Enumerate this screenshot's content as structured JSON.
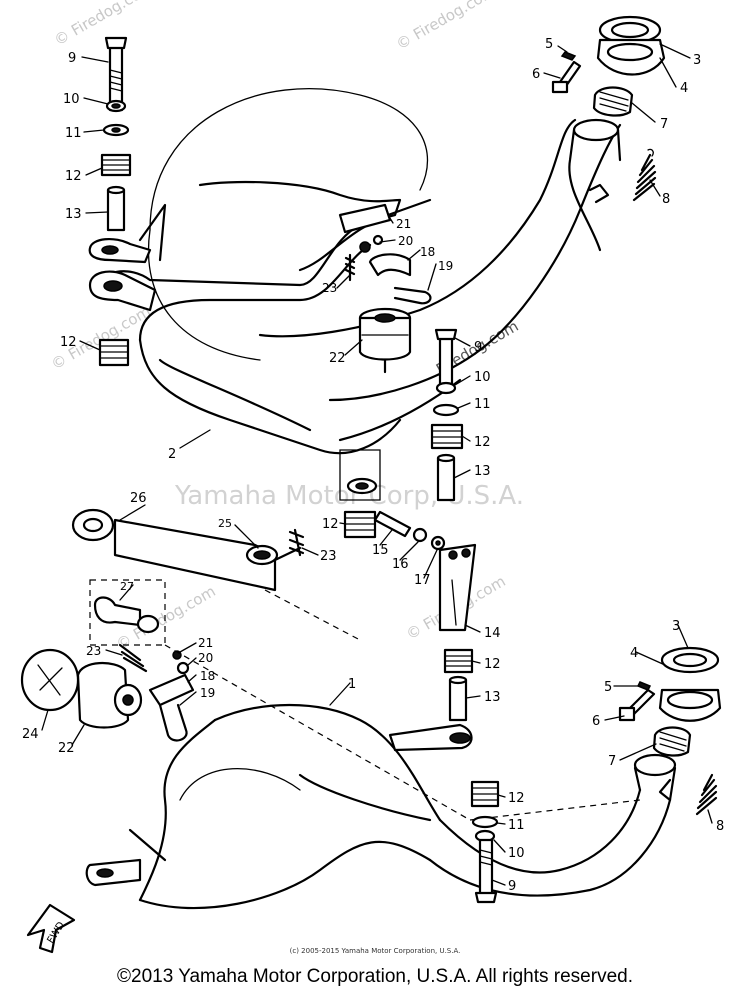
{
  "watermark": {
    "brand": "© Firedog.com",
    "brand_plain": "Firedog.com",
    "center_text": "Yamaha Motor Corp, U.S.A."
  },
  "callouts": {
    "upper": [
      {
        "id": "u9",
        "text": "9"
      },
      {
        "id": "u10",
        "text": "10"
      },
      {
        "id": "u11",
        "text": "11"
      },
      {
        "id": "u12a",
        "text": "12"
      },
      {
        "id": "u13",
        "text": "13"
      },
      {
        "id": "u12b",
        "text": "12"
      },
      {
        "id": "u2",
        "text": "2"
      },
      {
        "id": "u26",
        "text": "26"
      },
      {
        "id": "u25",
        "text": "25"
      },
      {
        "id": "u23b",
        "text": "23"
      },
      {
        "id": "u5",
        "text": "5"
      },
      {
        "id": "u3",
        "text": "3"
      },
      {
        "id": "u6",
        "text": "6"
      },
      {
        "id": "u4",
        "text": "4"
      },
      {
        "id": "u7",
        "text": "7"
      },
      {
        "id": "u8",
        "text": "8"
      },
      {
        "id": "u21",
        "text": "21"
      },
      {
        "id": "u20",
        "text": "20"
      },
      {
        "id": "u18",
        "text": "18"
      },
      {
        "id": "u23",
        "text": "23"
      },
      {
        "id": "u19",
        "text": "19"
      },
      {
        "id": "u22",
        "text": "22"
      },
      {
        "id": "u9b",
        "text": "9"
      },
      {
        "id": "u10b",
        "text": "10"
      },
      {
        "id": "u11b",
        "text": "11"
      },
      {
        "id": "u12c",
        "text": "12"
      },
      {
        "id": "u13b",
        "text": "13"
      },
      {
        "id": "u12d",
        "text": "12"
      },
      {
        "id": "u15",
        "text": "15"
      },
      {
        "id": "u16",
        "text": "16"
      },
      {
        "id": "u17",
        "text": "17"
      },
      {
        "id": "u14",
        "text": "14"
      }
    ],
    "lower": [
      {
        "id": "l27",
        "text": "27"
      },
      {
        "id": "l21",
        "text": "21"
      },
      {
        "id": "l20",
        "text": "20"
      },
      {
        "id": "l23",
        "text": "23"
      },
      {
        "id": "l18",
        "text": "18"
      },
      {
        "id": "l19",
        "text": "19"
      },
      {
        "id": "l24",
        "text": "24"
      },
      {
        "id": "l22",
        "text": "22"
      },
      {
        "id": "l1",
        "text": "1"
      },
      {
        "id": "l12a",
        "text": "12"
      },
      {
        "id": "l13",
        "text": "13"
      },
      {
        "id": "l3",
        "text": "3"
      },
      {
        "id": "l4",
        "text": "4"
      },
      {
        "id": "l5",
        "text": "5"
      },
      {
        "id": "l6",
        "text": "6"
      },
      {
        "id": "l7",
        "text": "7"
      },
      {
        "id": "l8",
        "text": "8"
      },
      {
        "id": "l12b",
        "text": "12"
      },
      {
        "id": "l11",
        "text": "11"
      },
      {
        "id": "l10",
        "text": "10"
      },
      {
        "id": "l9",
        "text": "9"
      }
    ]
  },
  "direction_marker": "FWD",
  "footer": {
    "small": "(c) 2005-2015 Yamaha Motor Corporation, U.S.A.",
    "big": "©2013 Yamaha Motor Corporation, U.S.A. All rights reserved."
  }
}
